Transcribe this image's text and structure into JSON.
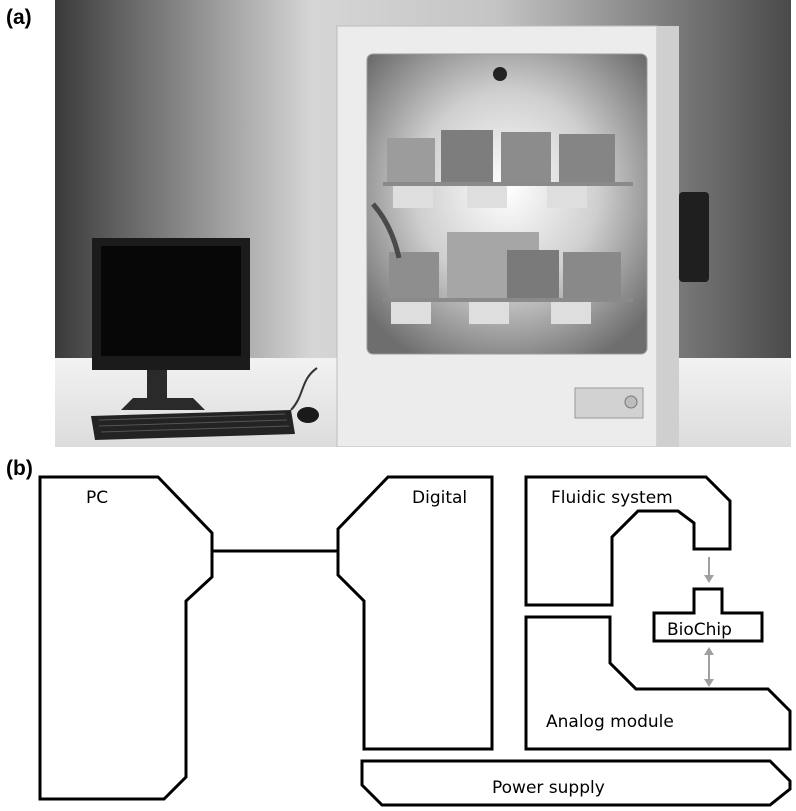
{
  "panel_a": {
    "label": "(a)"
  },
  "panel_b": {
    "label": "(b)",
    "blocks": {
      "pc": "PC",
      "digital": "Digital",
      "fluidic": "Fluidic system",
      "biochip": "BioChip",
      "analog": "Analog module",
      "power": "Power supply"
    }
  },
  "colors": {
    "outline": "#000000",
    "arrow": "#a0a0a0"
  }
}
